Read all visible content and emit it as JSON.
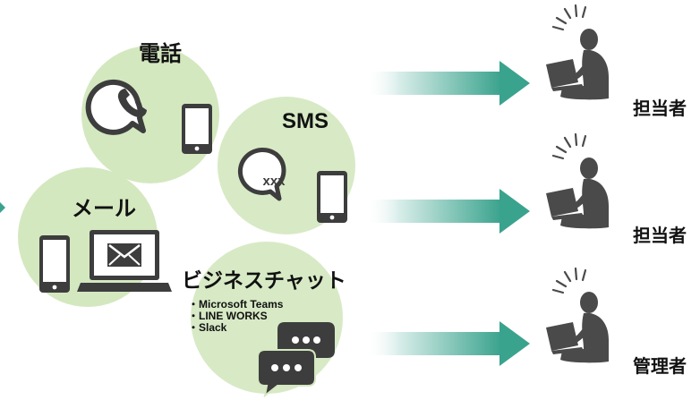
{
  "channels": {
    "phone": {
      "label": "電話"
    },
    "sms": {
      "label": "SMS",
      "bubble_text": "xxx"
    },
    "mail": {
      "label": "メール"
    },
    "chat": {
      "label": "ビジネスチャット",
      "services": [
        "・Microsoft Teams",
        "・LINE WORKS",
        "・Slack"
      ]
    }
  },
  "recipients": [
    {
      "label": "担当者"
    },
    {
      "label": "担当者"
    },
    {
      "label": "管理者"
    }
  ],
  "colors": {
    "circle_fill": "#d4e8c0",
    "icon_dark": "#3d3d3d",
    "arrow_start": "#d8ede9",
    "arrow_end": "#3aa38d",
    "person": "#4a4a4a"
  }
}
